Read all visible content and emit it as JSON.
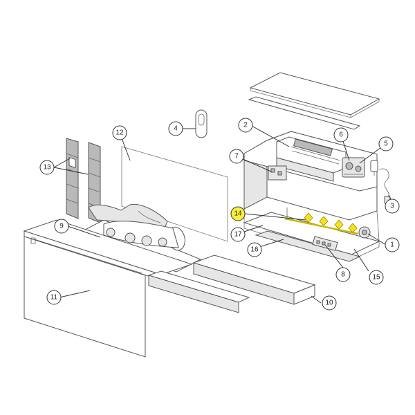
{
  "highlight_color": "#f5f03a",
  "highlighted_callout": "14",
  "callouts": [
    {
      "id": "c1",
      "label": "1"
    },
    {
      "id": "c2",
      "label": "2"
    },
    {
      "id": "c3",
      "label": "3"
    },
    {
      "id": "c4",
      "label": "4"
    },
    {
      "id": "c5",
      "label": "5"
    },
    {
      "id": "c6",
      "label": "6"
    },
    {
      "id": "c7",
      "label": "7"
    },
    {
      "id": "c8",
      "label": "8"
    },
    {
      "id": "c9",
      "label": "9"
    },
    {
      "id": "c10",
      "label": "10"
    },
    {
      "id": "c11",
      "label": "11"
    },
    {
      "id": "c12",
      "label": "12"
    },
    {
      "id": "c13",
      "label": "13"
    },
    {
      "id": "c14",
      "label": "14"
    },
    {
      "id": "c15",
      "label": "15"
    },
    {
      "id": "c16",
      "label": "16"
    },
    {
      "id": "c17",
      "label": "17"
    }
  ]
}
